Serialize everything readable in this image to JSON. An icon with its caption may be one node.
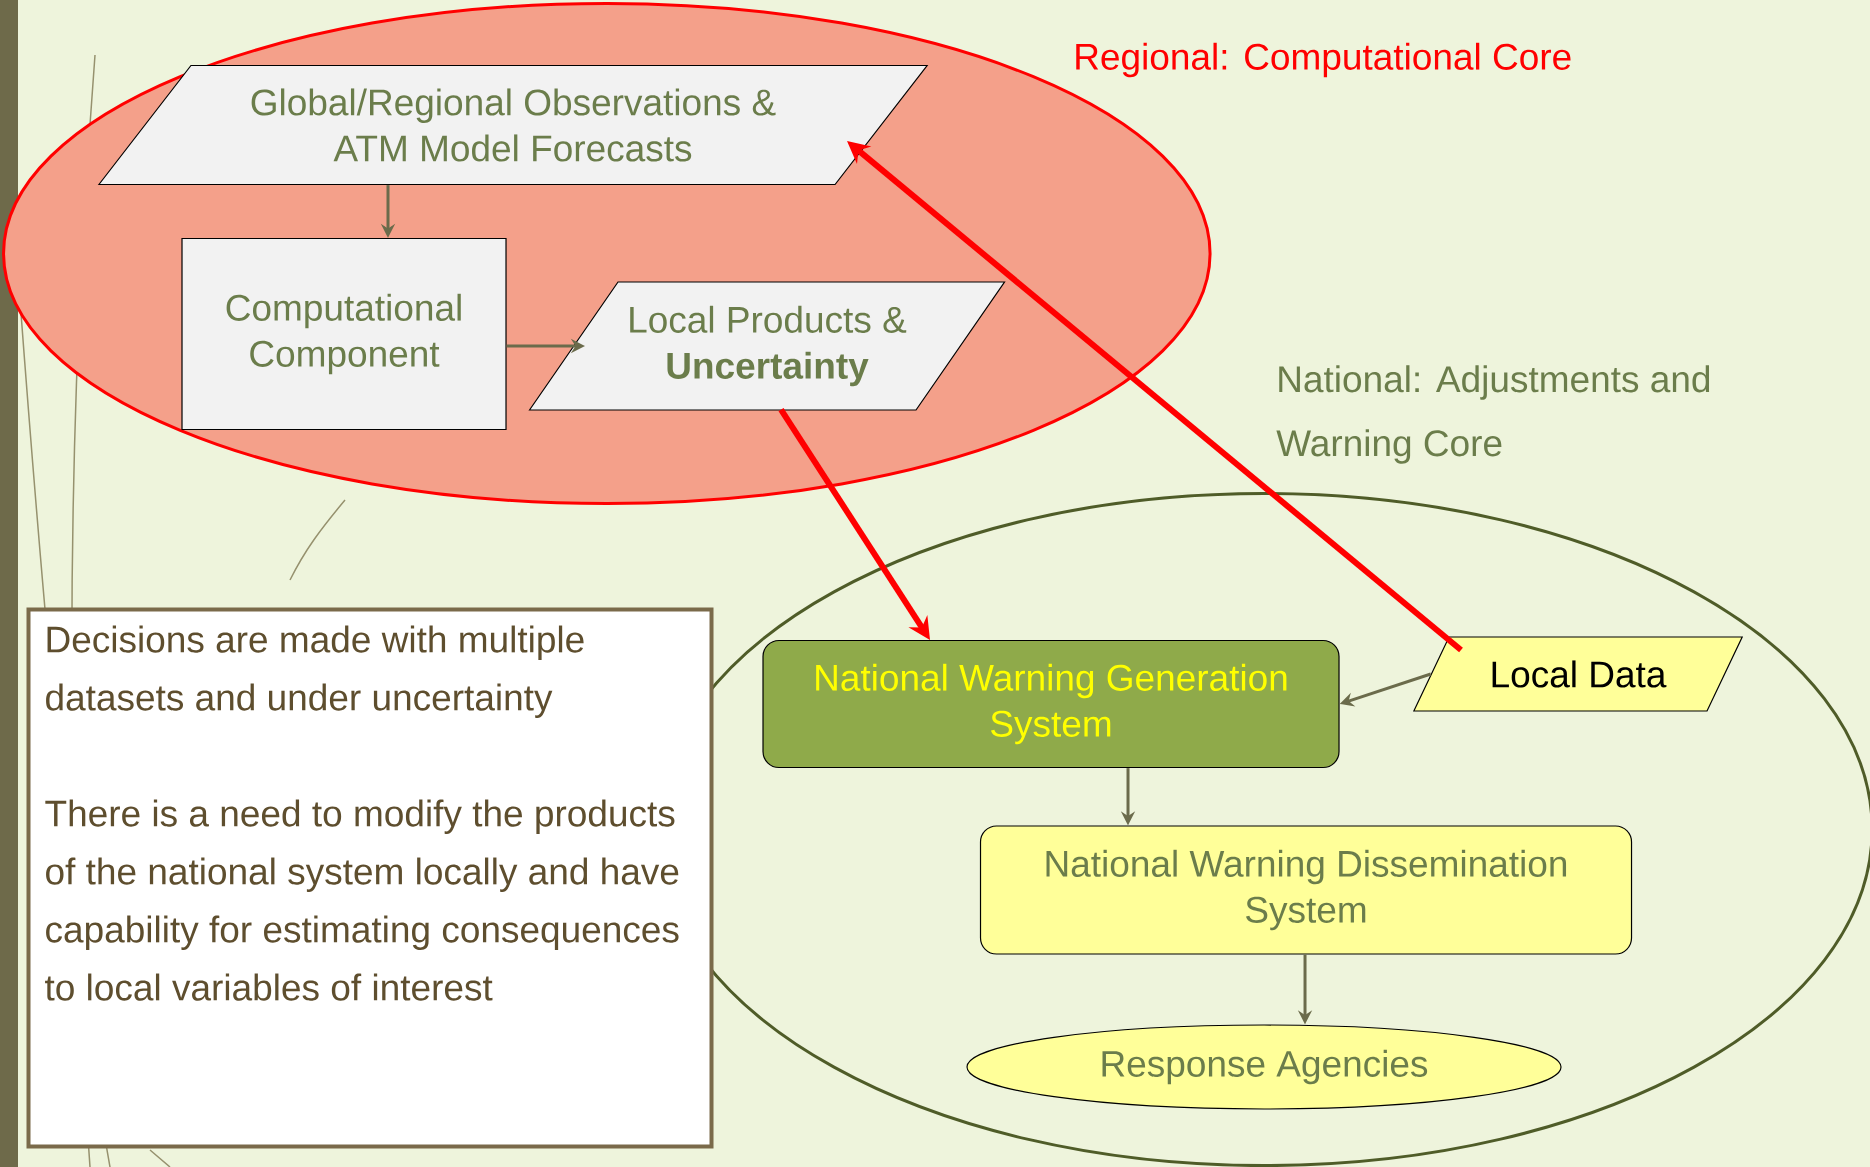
{
  "diagram": {
    "nodes": [
      {
        "text": [
          "Regional: Computational Core"
        ]
      },
      {
        "text": [
          "Global/Regional Observations & ATM Model Forecasts"
        ],
        "in": 0
      },
      {
        "text": [
          "Computational Component"
        ],
        "in": 0
      },
      {
        "text": [
          "Local Products & **Uncertainty**"
        ],
        "in": 0
      },
      {
        "text": [
          "National: Adjustments and Warning Core"
        ]
      },
      {
        "text": [
          "National Warning Generation System"
        ],
        "in": 4
      },
      {
        "text": [
          "Local Data"
        ],
        "in": 4
      },
      {
        "text": [
          "National Warning Dissemination System"
        ],
        "in": 4
      },
      {
        "text": [
          "Response Agencies"
        ],
        "in": 4
      },
      {
        "text": [
          "Decisions are made with multiple datasets and under uncertainty",
          "There is a need to modify the products of the national system locally and have capability for estimating consequences to local variables of interest"
        ]
      }
    ],
    "edges": [
      {
        "from": 1,
        "to": 2,
        "arrow": "to"
      },
      {
        "from": 2,
        "to": 3,
        "arrow": "to"
      },
      {
        "from": 3,
        "to": 5,
        "arrow": "to",
        "style": "thick",
        "color": "#ff0000"
      },
      {
        "from": 6,
        "to": 1,
        "arrow": "to",
        "style": "thick",
        "color": "#ff0000"
      },
      {
        "from": 6,
        "to": 5,
        "arrow": "to"
      },
      {
        "from": 5,
        "to": 7,
        "arrow": "to"
      },
      {
        "from": 7,
        "to": 8,
        "arrow": "to"
      }
    ]
  }
}
